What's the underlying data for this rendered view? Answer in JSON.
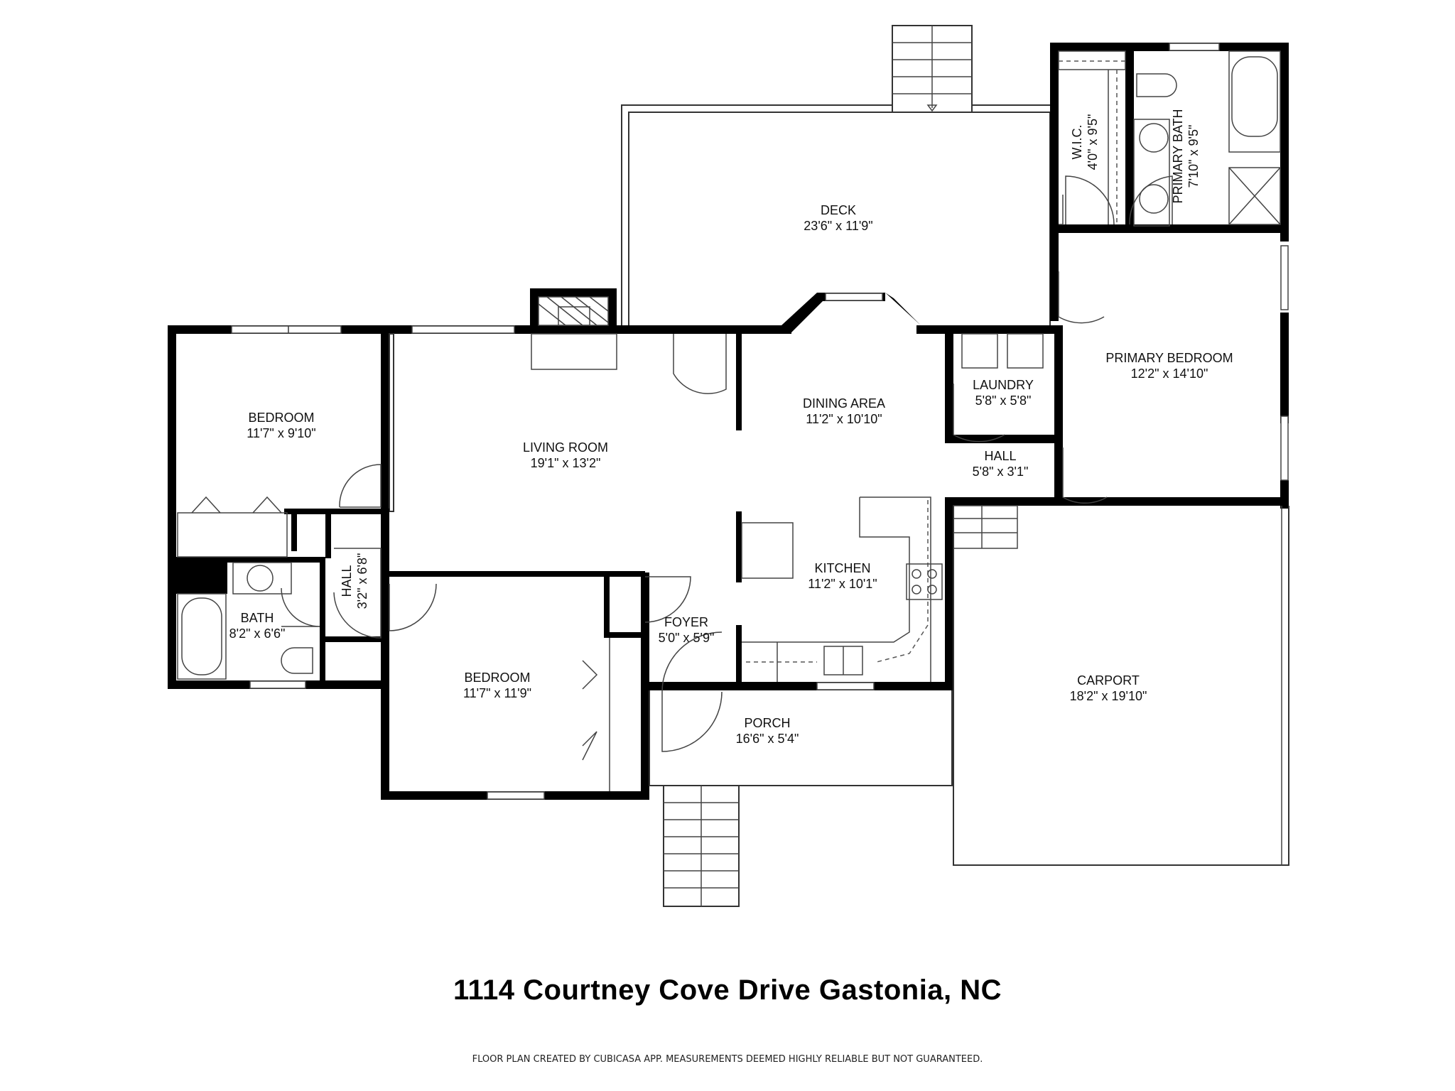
{
  "plan": {
    "address": "1114 Courtney Cove Drive  Gastonia, NC",
    "disclaimer": "FLOOR PLAN CREATED BY CUBICASA APP. MEASUREMENTS DEEMED HIGHLY RELIABLE BUT NOT GUARANTEED.",
    "rooms": {
      "deck": {
        "name": "DECK",
        "size": "23'6\" x 11'9\""
      },
      "wic": {
        "name": "W.I.C.",
        "size": "4'0\" x 9'5\""
      },
      "primary_bath": {
        "name": "PRIMARY BATH",
        "size": "7'10\" x 9'5\""
      },
      "primary_bedroom": {
        "name": "PRIMARY BEDROOM",
        "size": "12'2\" x 14'10\""
      },
      "laundry": {
        "name": "LAUNDRY",
        "size": "5'8\" x 5'8\""
      },
      "hall_east": {
        "name": "HALL",
        "size": "5'8\" x 3'1\""
      },
      "dining_area": {
        "name": "DINING AREA",
        "size": "11'2\" x 10'10\""
      },
      "kitchen": {
        "name": "KITCHEN",
        "size": "11'2\" x 10'1\""
      },
      "living_room": {
        "name": "LIVING ROOM",
        "size": "19'1\" x 13'2\""
      },
      "bedroom_nw": {
        "name": "BEDROOM",
        "size": "11'7\" x 9'10\""
      },
      "hall_west": {
        "name": "HALL",
        "size": "3'2\" x 6'8\""
      },
      "bath": {
        "name": "BATH",
        "size": "8'2\" x 6'6\""
      },
      "bedroom_sw": {
        "name": "BEDROOM",
        "size": "11'7\" x 11'9\""
      },
      "foyer": {
        "name": "FOYER",
        "size": "5'0\" x 5'9\""
      },
      "porch": {
        "name": "PORCH",
        "size": "16'6\" x 5'4\""
      },
      "carport": {
        "name": "CARPORT",
        "size": "18'2\" x 19'10\""
      }
    },
    "symbols": [
      "stairs-icon",
      "door-swing-icon",
      "window-icon",
      "fireplace-icon",
      "bathtub-icon",
      "toilet-icon",
      "sink-icon",
      "stove-icon",
      "shower-icon",
      "washer-dryer-icon"
    ]
  }
}
